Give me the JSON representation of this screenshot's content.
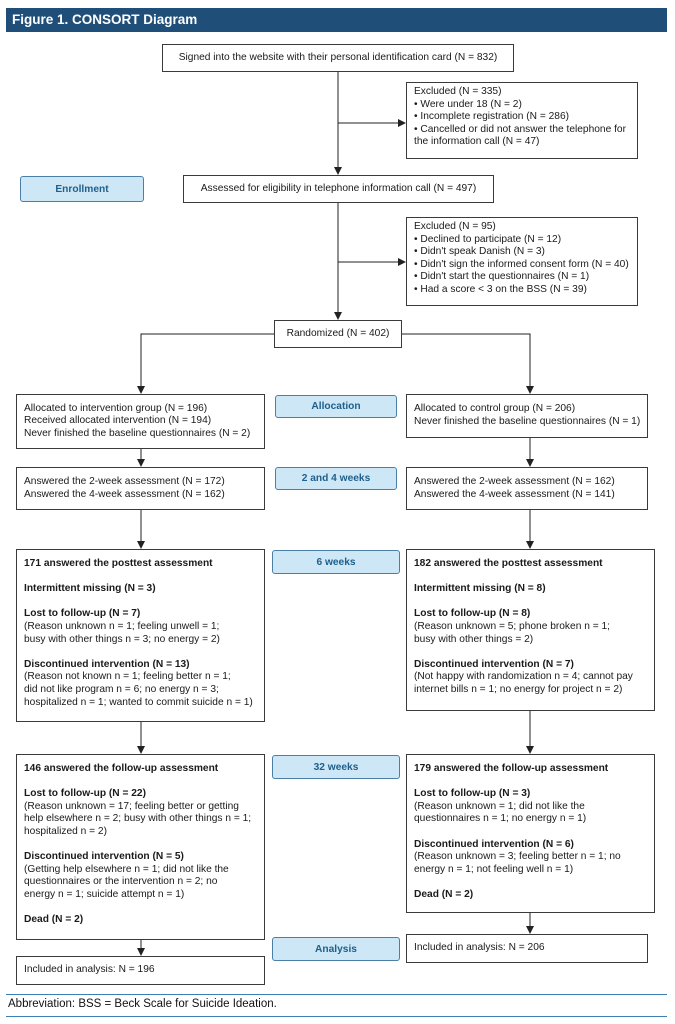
{
  "title": "Figure 1. CONSORT Diagram",
  "stages": {
    "enrollment": "Enrollment",
    "allocation": "Allocation",
    "weeks_2_4": "2 and 4 weeks",
    "weeks_6": "6 weeks",
    "weeks_32": "32 weeks",
    "analysis": "Analysis"
  },
  "signed": "Signed into the website with their personal identification card (N = 832)",
  "excluded1": {
    "header": "Excluded (N = 335)",
    "items": [
      "• Were under 18 (N = 2)",
      "• Incomplete registration (N = 286)",
      "• Cancelled or did not answer the telephone for",
      "the information call (N = 47)"
    ]
  },
  "assessed": "Assessed for eligibility in telephone information call (N = 497)",
  "excluded2": {
    "header": "Excluded (N = 95)",
    "items": [
      "• Declined to participate (N = 12)",
      "• Didn't speak Danish (N = 3)",
      "• Didn't sign the informed consent form (N = 40)",
      "• Didn't start the questionnaires (N = 1)",
      "• Had a score < 3 on the BSS (N = 39)"
    ]
  },
  "randomized": "Randomized (N = 402)",
  "intervention_alloc": [
    "Allocated to intervention group (N = 196)",
    "Received allocated intervention (N = 194)",
    "Never finished the baseline questionnaires (N = 2)"
  ],
  "control_alloc": [
    "Allocated to control group (N = 206)",
    "Never finished the baseline questionnaires (N = 1)"
  ],
  "intervention_2_4": [
    "Answered the 2-week assessment (N = 172)",
    "Answered the 4-week assessment (N = 162)"
  ],
  "control_2_4": [
    "Answered the 2-week assessment (N = 162)",
    "Answered the 4-week assessment (N = 141)"
  ],
  "intervention_6": {
    "answered": "171 answered the posttest assessment",
    "intermittent": "Intermittent missing (N = 3)",
    "lost": "Lost to follow-up (N = 7)",
    "lost_lines": [
      "(Reason unknown n = 1; feeling unwell = 1;",
      "busy with other things n = 3; no energy = 2)"
    ],
    "discontinued": "Discontinued intervention (N = 13)",
    "disc_lines": [
      "(Reason not known n = 1; feeling better n = 1;",
      "did not like program n =  6; no energy n = 3;",
      "hospitalized n = 1; wanted to commit suicide n = 1)"
    ]
  },
  "control_6": {
    "answered": "182 answered the posttest assessment",
    "intermittent": "Intermittent missing (N = 8)",
    "lost": "Lost to follow-up (N = 8)",
    "lost_lines": [
      "(Reason unknown = 5; phone broken n = 1;",
      "busy with other things = 2)"
    ],
    "discontinued": "Discontinued intervention (N = 7)",
    "disc_lines": [
      "(Not happy with randomization n = 4; cannot pay",
      "internet bills n = 1; no energy for project n = 2)"
    ]
  },
  "intervention_32": {
    "answered": "146 answered the follow-up assessment",
    "lost": "Lost to follow-up (N = 22)",
    "lost_lines": [
      "(Reason unknown = 17; feeling better or getting",
      "help elsewhere n = 2; busy with other things n = 1;",
      "hospitalized n = 2)"
    ],
    "discontinued": "Discontinued intervention (N = 5)",
    "disc_lines": [
      "(Getting help elsewhere n = 1; did not like the",
      "questionnaires or the intervention n = 2; no",
      "energy n = 1; suicide attempt n = 1)"
    ],
    "dead": "Dead (N = 2)"
  },
  "control_32": {
    "answered": "179 answered the follow-up assessment",
    "lost": "Lost to follow-up (N = 3)",
    "lost_lines": [
      "(Reason unknown = 1; did not like the",
      "questionnaires n = 1; no energy n = 1)"
    ],
    "discontinued": "Discontinued intervention (N = 6)",
    "disc_lines": [
      "(Reason unknown = 3; feeling better n = 1; no",
      "energy n = 1; not feeling well n = 1)"
    ],
    "dead": "Dead (N = 2)"
  },
  "intervention_analysis": "Included in analysis: N = 196",
  "control_analysis": "Included in analysis: N = 206",
  "footer": "Abbreviation: BSS = Beck Scale for Suicide Ideation."
}
